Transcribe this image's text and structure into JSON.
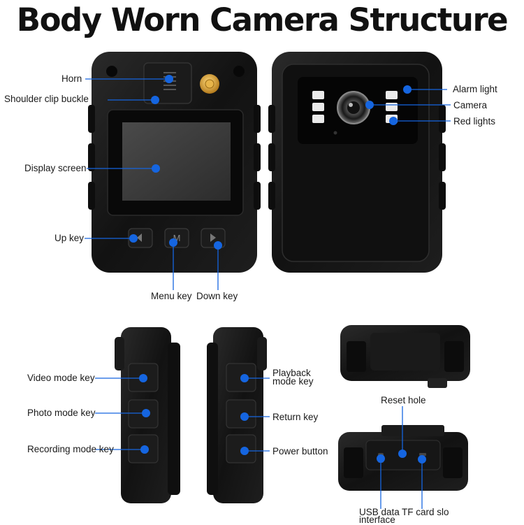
{
  "title": "Body Worn Camera Structure",
  "labels": {
    "horn": "Horn",
    "shoulder_clip_buckle": "Shoulder clip buckle",
    "display_screen": "Display screen",
    "up_key": "Up key",
    "menu_key": "Menu key",
    "down_key": "Down key",
    "alarm_light": "Alarm light",
    "camera": "Camera",
    "red_lights": "Red lights",
    "video_mode_key": "Video mode key",
    "photo_mode_key": "Photo mode key",
    "recording_mode_key": "Recording mode key",
    "playback_mode_key_line1": "Playback",
    "playback_mode_key_line2": "mode key",
    "return_key": "Return key",
    "power_button": "Power button",
    "reset_hole": "Reset hole",
    "usb_data_interface_line1": "USB data",
    "usb_data_interface_line2": "interface",
    "tf_card_slot": "TF card slo"
  },
  "menu_button_glyph": "M",
  "colors": {
    "marker": "#1565e0",
    "body": "#151515",
    "body_edge": "#2c2c2c",
    "screen_bezel": "#0a0a0a",
    "screen": "#3a3a3a",
    "brass": "#d9a43a",
    "leader": "#1565e0",
    "text": "#1a1a1a"
  }
}
